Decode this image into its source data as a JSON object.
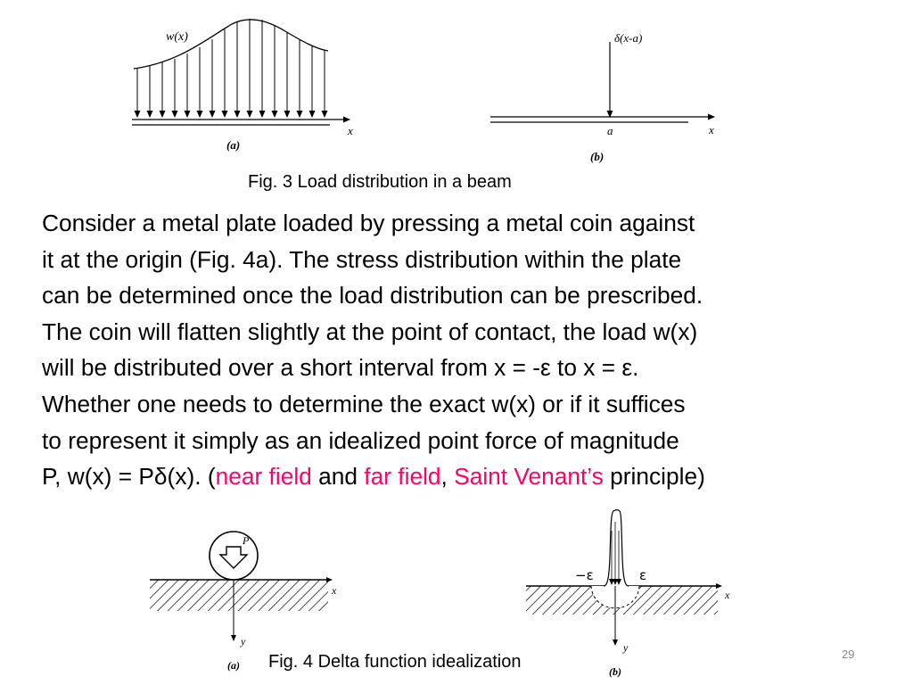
{
  "fig3": {
    "a": {
      "load_label": "w(x)",
      "axis_label": "x",
      "panel_label": "(a)"
    },
    "b": {
      "load_label": "δ(x-a)",
      "axis_label": "x",
      "point_label": "a",
      "panel_label": "(b)"
    },
    "caption": "Fig. 3 Load distribution in a beam"
  },
  "paragraph": {
    "line1": "Consider a metal plate loaded by pressing a metal coin against",
    "line2": "it at the origin (Fig. 4a). The stress  distribution within the plate",
    "line3": "can be determined once the load distribution can be prescribed.",
    "line4": "The coin will flatten slightly at the point of contact, the load w(x)",
    "line5": "will be distributed over a short interval from x = -ε to x = ε.",
    "line6": "Whether one needs to determine the exact w(x) or if it suffices",
    "line7": "to represent it simply as an idealized point force of magnitude",
    "line8_start": "P, w(x) = Pδ(x). (",
    "near_field": "near field",
    "and": " and ",
    "far_field": "far field",
    "comma": ", ",
    "saint_venant": "Saint Venant’s",
    "principle_end": " principle)",
    "highlight_color": "#ff0066"
  },
  "fig4": {
    "a": {
      "force_label": "P",
      "x_label": "x",
      "y_label": "y",
      "panel_label": "(a)"
    },
    "b": {
      "neg_eps_label": "−ε",
      "eps_label": "ε",
      "x_label": "x",
      "y_label": "y",
      "panel_label": "(b)"
    },
    "caption": "Fig. 4 Delta function idealization"
  },
  "page_number": "29"
}
